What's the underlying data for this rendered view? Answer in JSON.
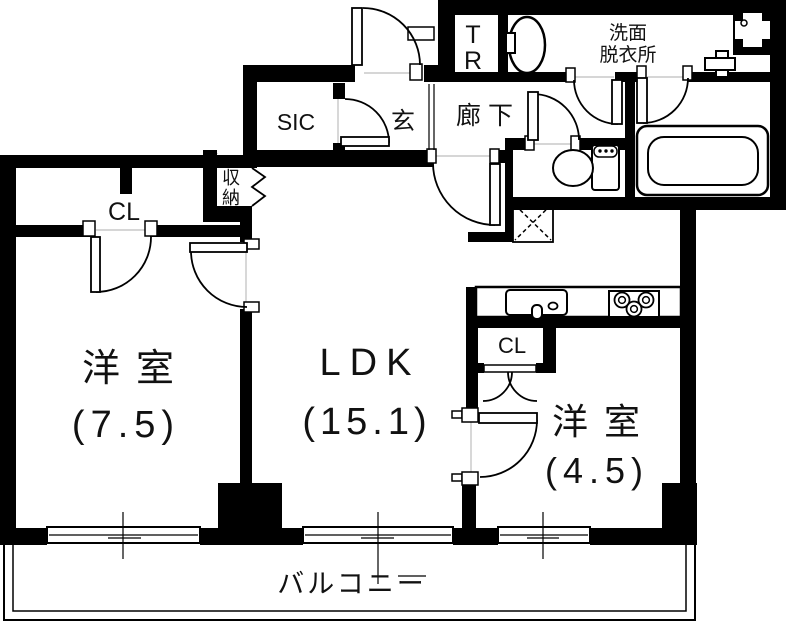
{
  "colors": {
    "wall": "#000000",
    "background": "#ffffff",
    "text": "#111111",
    "threshold_line": "#c8c8c8"
  },
  "rooms": {
    "trunk": {
      "label": "TR"
    },
    "washroom": {
      "label_line1": "洗面",
      "label_line2": "脱衣所"
    },
    "shoe_closet": {
      "label": "SIC"
    },
    "entrance": {
      "label": "玄"
    },
    "hallway": {
      "label": "廊下"
    },
    "storage": {
      "label": "収納"
    },
    "closet_left": {
      "label": "CL"
    },
    "closet_right": {
      "label": "CL"
    },
    "bedroom_left": {
      "label": "洋室",
      "size": "(7.5)"
    },
    "living": {
      "label": "LDK",
      "size": "(15.1)"
    },
    "bedroom_right": {
      "label": "洋室",
      "size": "(4.5)"
    },
    "balcony": {
      "label": "バルコニー"
    }
  }
}
